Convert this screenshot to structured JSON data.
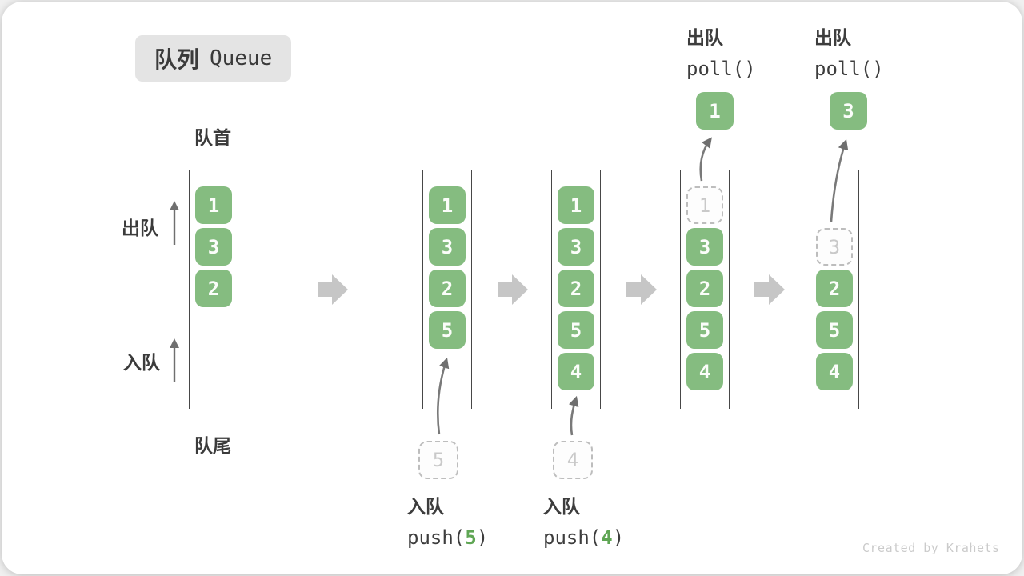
{
  "title": {
    "zh": "队列",
    "en": "Queue"
  },
  "side_labels": {
    "front": "队首",
    "rear": "队尾",
    "dequeue": "出队",
    "enqueue": "入队"
  },
  "operations": {
    "enq5": {
      "label": "入队",
      "fn": "push(",
      "arg": "5",
      "close": ")"
    },
    "enq4": {
      "label": "入队",
      "fn": "push(",
      "arg": "4",
      "close": ")"
    },
    "deq1": {
      "label": "出队",
      "code": "poll()"
    },
    "deq3": {
      "label": "出队",
      "code": "poll()"
    }
  },
  "states": [
    {
      "cells": [
        "1",
        "3",
        "2"
      ]
    },
    {
      "cells": [
        "1",
        "3",
        "2",
        "5"
      ],
      "incoming": "5"
    },
    {
      "cells": [
        "1",
        "3",
        "2",
        "5",
        "4"
      ],
      "incoming": "4"
    },
    {
      "cells": [
        "3",
        "2",
        "5",
        "4"
      ],
      "removed": "1",
      "popped": "1"
    },
    {
      "cells": [
        "2",
        "5",
        "4"
      ],
      "removed": "3",
      "popped": "3"
    }
  ],
  "watermark": "Created by Krahets",
  "colors": {
    "cell_green": "#85BC80",
    "arg_green": "#5FA654",
    "step_arrow_gray": "#C6C6C6",
    "thin_arrow_gray": "#6F6F6F",
    "channel_line": "#474747",
    "dashed_border": "#BDBDBD",
    "badge_bg": "#E4E4E4",
    "text_dark": "#3B3B3B",
    "watermark_gray": "#CBCBCB"
  }
}
